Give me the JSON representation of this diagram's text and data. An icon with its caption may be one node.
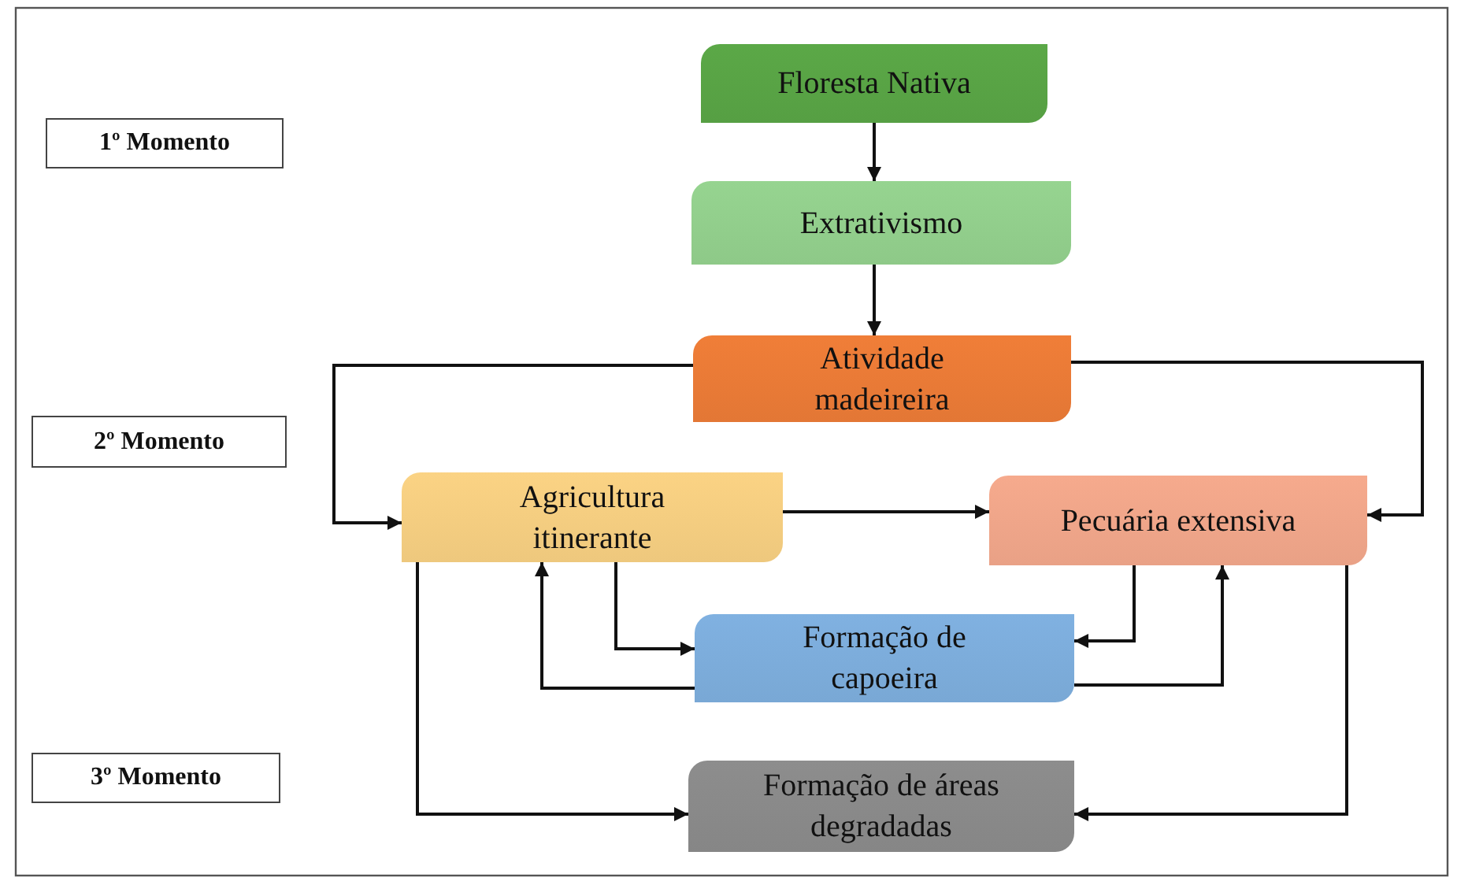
{
  "diagram": {
    "nodes": [
      {
        "text": [
          "1º Momento"
        ]
      },
      {
        "text": [
          "Floresta Nativa"
        ]
      },
      {
        "text": [
          "Extrativismo"
        ]
      },
      {
        "text": [
          "Atividade madeireira"
        ]
      },
      {
        "text": [
          "2º Momento"
        ]
      },
      {
        "text": [
          "Agricultura itinerante"
        ]
      },
      {
        "text": [
          "Pecuária extensiva"
        ]
      },
      {
        "text": [
          "Formação de capoeira"
        ]
      },
      {
        "text": [
          "3º Momento"
        ]
      },
      {
        "text": [
          "Formação de áreas degradadas"
        ]
      }
    ],
    "edges": [
      {
        "from": 1,
        "to": 2,
        "arrow": "to"
      },
      {
        "from": 2,
        "to": 3,
        "arrow": "to"
      },
      {
        "from": 3,
        "to": 5,
        "arrow": "to"
      },
      {
        "from": 3,
        "to": 6,
        "arrow": "to"
      },
      {
        "from": 5,
        "to": 6,
        "arrow": "to"
      },
      {
        "from": 5,
        "to": 7,
        "arrow": "to"
      },
      {
        "from": 7,
        "to": 5,
        "arrow": "to"
      },
      {
        "from": 6,
        "to": 7,
        "arrow": "to"
      },
      {
        "from": 7,
        "to": 6,
        "arrow": "to"
      },
      {
        "from": 5,
        "to": 9,
        "arrow": "to"
      },
      {
        "from": 6,
        "to": 9,
        "arrow": "to"
      }
    ]
  }
}
